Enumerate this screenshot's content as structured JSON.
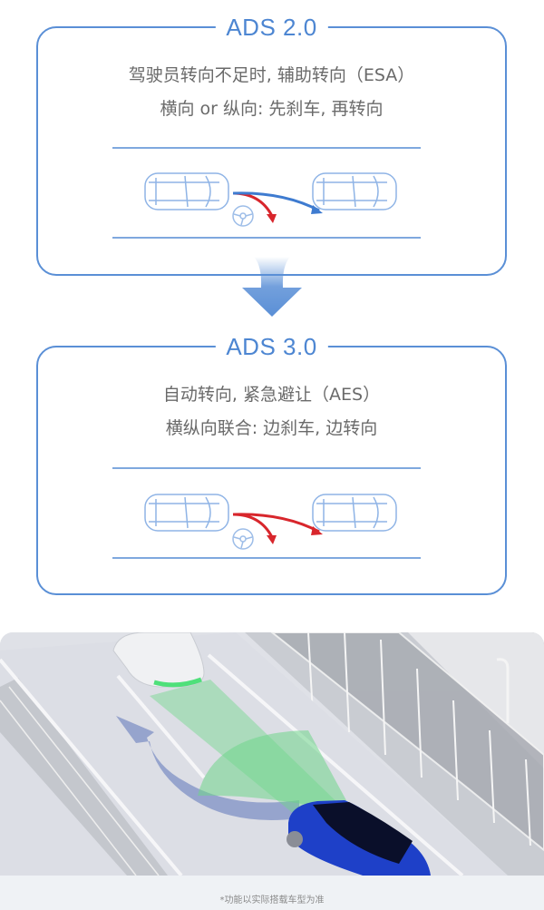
{
  "panels": [
    {
      "title": "ADS 2.0",
      "line1": "驾驶员转向不足时, 辅助转向（ESA）",
      "line2": "横向 or 纵向: 先刹车, 再转向",
      "diagram": {
        "brake_arrow_color": "#d8262c",
        "steer_arrow_color": "#3e7bd0",
        "icons": [
          "car-outline-icon",
          "steering-wheel-icon",
          "car-outline-icon"
        ]
      }
    },
    {
      "title": "ADS 3.0",
      "line1": "自动转向, 紧急避让（AES）",
      "line2": "横纵向联合: 边刹车, 边转向",
      "diagram": {
        "brake_arrow_color": "#d8262c",
        "steer_arrow_color": "#d8262c",
        "icons": [
          "car-outline-icon",
          "steering-wheel-icon",
          "car-outline-icon"
        ]
      }
    }
  ],
  "transition_arrow": {
    "color": "#5a8fd6",
    "icon": "arrow-down-icon"
  },
  "photo": {
    "description": "Blue car swerving around white car on highway with green sensor cones and blue evasion path arrow",
    "colors": {
      "ego_car": "#1e40c8",
      "sensor_zone": "#6fd68a",
      "path_arrow": "#7f90c4",
      "road": "#dcdee4"
    }
  },
  "footer": {
    "note": "*功能以实际搭载车型为准"
  },
  "theme": {
    "accent": "#5a8fd6",
    "text": "#6a6a6a",
    "lane": "#7fa8de"
  }
}
